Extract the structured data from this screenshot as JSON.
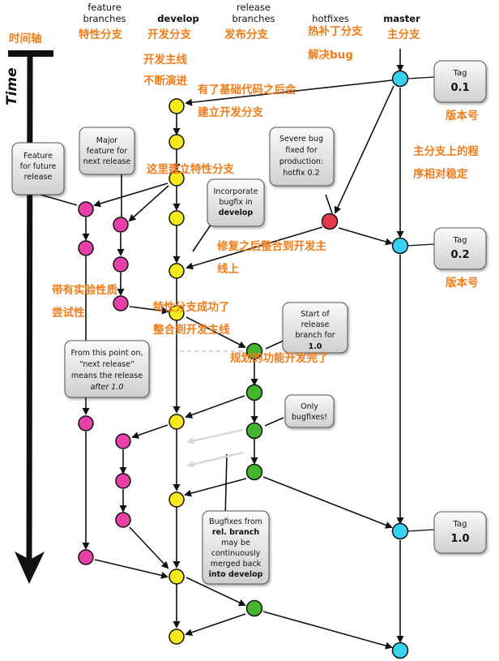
{
  "columns": {
    "feature": [
      "feature",
      "branches"
    ],
    "develop": "develop",
    "release": [
      "release",
      "branches"
    ],
    "hotfixes": "hotfixes",
    "master": "master"
  },
  "cn_columns": {
    "timeline": "时间轴",
    "feature": "特性分支",
    "develop": "开发分支",
    "release": "发布分支",
    "hotfixes": "热补丁分支",
    "master": "主分支"
  },
  "time_label": "Time",
  "annotations": {
    "dev_mainline_1": "开发主线",
    "dev_mainline_2": "不断演进",
    "hotfix_solve": "解决bug",
    "base_code_1": "有了基础代码之后会",
    "base_code_2": "建立开发分支",
    "master_stable_1": "主分支上的程",
    "master_stable_2": "序相对稳定",
    "feature_create": "这里建立特性分支",
    "merge_back_1": "修复之后整合到开发主",
    "merge_back_2": "线上",
    "experimental_1": "带有实验性质",
    "experimental_2": "尝试性",
    "feature_success_1": "特性分支成功了",
    "feature_success_2": "整合到开发主线",
    "planned_done": "规划的功能开发完了",
    "version_1": "版本号",
    "version_2": "版本号"
  },
  "callouts": {
    "future": [
      "Feature",
      "for future",
      "release"
    ],
    "major": [
      "Major",
      "feature for",
      "next release"
    ],
    "severe": [
      "Severe bug",
      "fixed for",
      "production:",
      "hotfix 0.2"
    ],
    "incorporate": [
      "Incorporate",
      "bugfix in",
      "develop"
    ],
    "start_release": [
      "Start of",
      "release",
      "branch for",
      "1.0"
    ],
    "from_point": [
      "From this point on,",
      "“next release”",
      "means the release",
      "after 1.0"
    ],
    "only_bugfixes": [
      "Only",
      "bugfixes!"
    ],
    "rel_bugfixes": [
      "Bugfixes from",
      "rel. branch",
      "may be",
      "continuously",
      "merged back",
      "into develop"
    ]
  },
  "tags": [
    {
      "label": "Tag",
      "version": "0.1"
    },
    {
      "label": "Tag",
      "version": "0.2"
    },
    {
      "label": "Tag",
      "version": "1.0"
    }
  ],
  "colors": {
    "develop": "#f6ea1c",
    "feature": "#e83fa8",
    "release": "#43b62d",
    "hotfix": "#e63a4c",
    "master": "#3ad0ef",
    "annotation": "#f07d1a"
  }
}
